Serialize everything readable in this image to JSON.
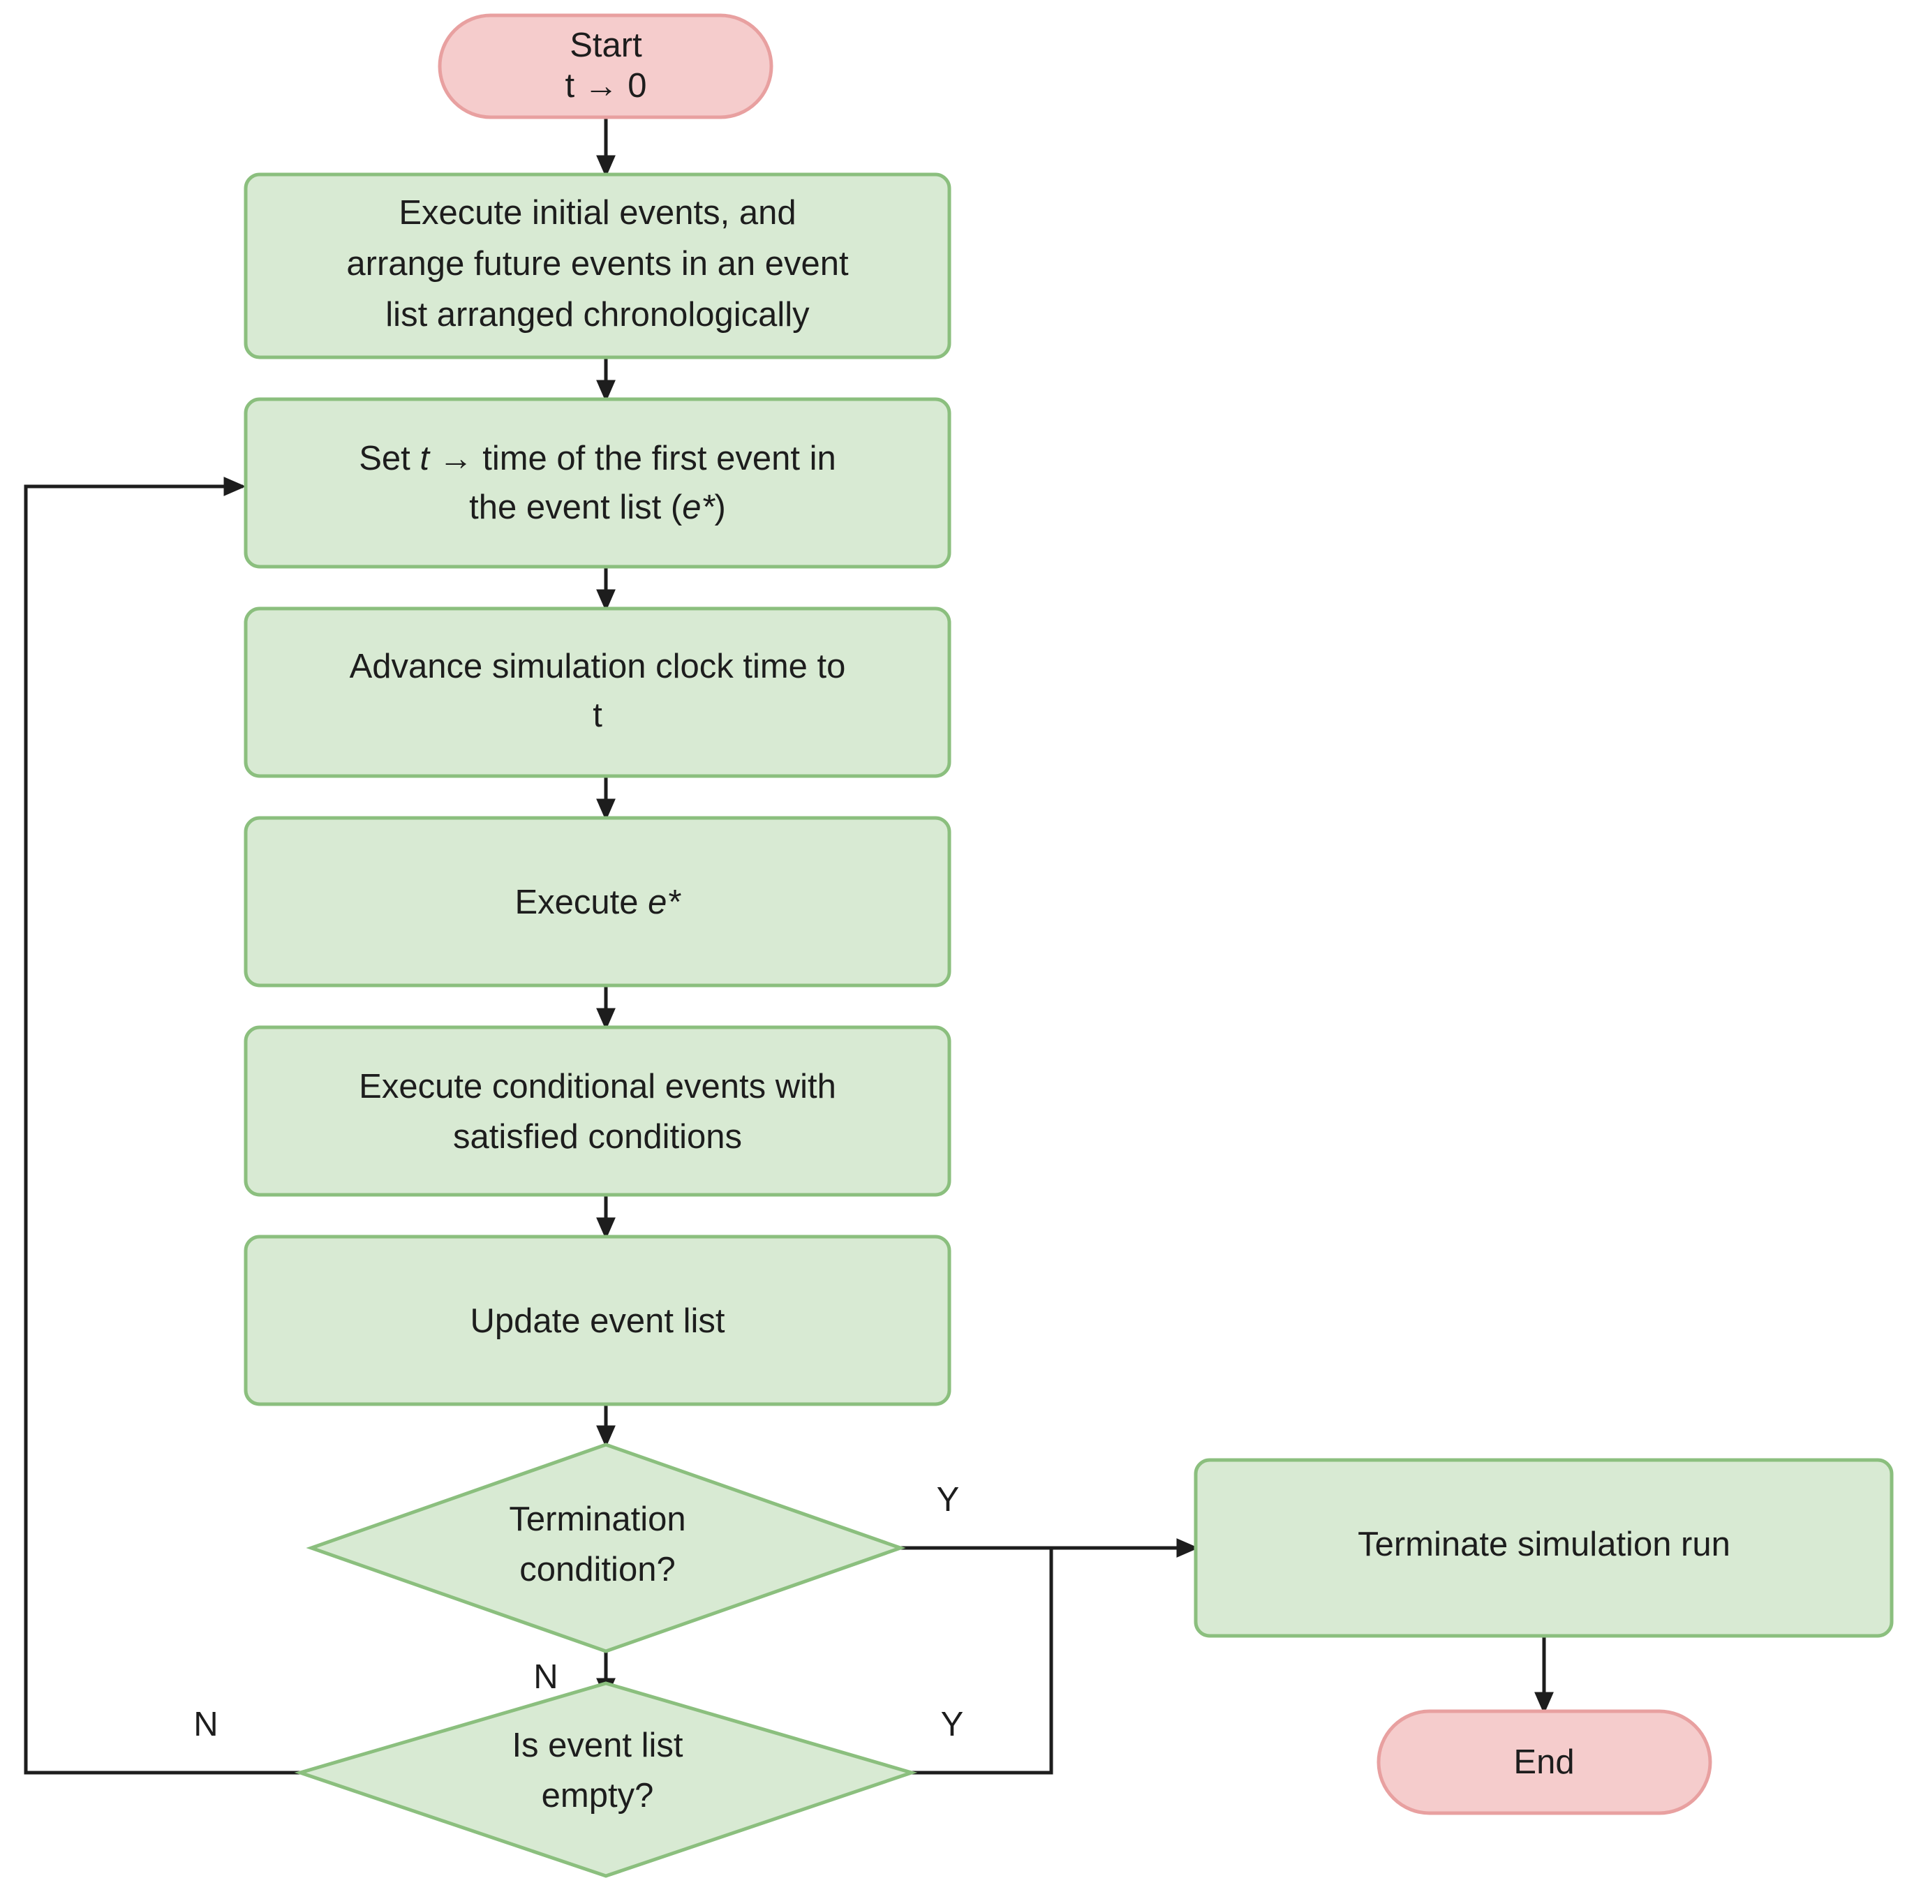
{
  "diagram": {
    "title": "Discrete-event simulation flowchart",
    "colors": {
      "terminator_fill": "#f5cccc",
      "terminator_stroke": "#e8a0a0",
      "process_fill": "#d8ead3",
      "process_stroke": "#8bbf7e",
      "edge": "#1d1d1d",
      "text": "#1d1d1d",
      "background": "#ffffff"
    },
    "nodes": [
      {
        "id": "start",
        "type": "terminator",
        "shape": "pill",
        "color": "pink",
        "lines": [
          {
            "text": "Start",
            "italic": false
          },
          {
            "text": "t → 0",
            "italic": true
          }
        ]
      },
      {
        "id": "init-events",
        "type": "process",
        "shape": "rounded-rect",
        "color": "green",
        "lines": [
          {
            "text": "Execute initial events, and",
            "italic": false
          },
          {
            "text": "arrange future events in an event",
            "italic": false
          },
          {
            "text": "list arranged chronologically",
            "italic": false
          }
        ]
      },
      {
        "id": "set-t",
        "type": "process",
        "shape": "rounded-rect",
        "color": "green",
        "lines": [
          {
            "text": "Set t → time of the first event in",
            "italic": false
          },
          {
            "text": "the event list (e*)",
            "italic": false
          }
        ],
        "rich": [
          [
            {
              "text": "Set ",
              "italic": false
            },
            {
              "text": "t",
              "italic": true
            },
            {
              "text": " → time of the first event in",
              "italic": false
            }
          ],
          [
            {
              "text": "the event list (",
              "italic": false
            },
            {
              "text": "e*",
              "italic": true
            },
            {
              "text": ")",
              "italic": false
            }
          ]
        ]
      },
      {
        "id": "advance-clock",
        "type": "process",
        "shape": "rounded-rect",
        "color": "green",
        "lines": [
          {
            "text": "Advance simulation clock time to",
            "italic": false
          },
          {
            "text": "t",
            "italic": true
          }
        ]
      },
      {
        "id": "execute-estar",
        "type": "process",
        "shape": "rounded-rect",
        "color": "green",
        "rich": [
          [
            {
              "text": "Execute ",
              "italic": false
            },
            {
              "text": "e*",
              "italic": true
            }
          ]
        ]
      },
      {
        "id": "conditional-events",
        "type": "process",
        "shape": "rounded-rect",
        "color": "green",
        "lines": [
          {
            "text": "Execute conditional events with",
            "italic": false
          },
          {
            "text": "satisfied conditions",
            "italic": false
          }
        ]
      },
      {
        "id": "update-list",
        "type": "process",
        "shape": "rounded-rect",
        "color": "green",
        "lines": [
          {
            "text": "Update event list",
            "italic": false
          }
        ]
      },
      {
        "id": "termination-condition",
        "type": "decision",
        "shape": "diamond",
        "color": "green",
        "lines": [
          {
            "text": "Termination",
            "italic": false
          },
          {
            "text": "condition?",
            "italic": false
          }
        ]
      },
      {
        "id": "event-list-empty",
        "type": "decision",
        "shape": "diamond",
        "color": "green",
        "lines": [
          {
            "text": "Is event list",
            "italic": false
          },
          {
            "text": "empty?",
            "italic": false
          }
        ]
      },
      {
        "id": "terminate-run",
        "type": "process",
        "shape": "rounded-rect",
        "color": "green",
        "lines": [
          {
            "text": "Terminate simulation run",
            "italic": false
          }
        ]
      },
      {
        "id": "end",
        "type": "terminator",
        "shape": "pill",
        "color": "pink",
        "lines": [
          {
            "text": "End",
            "italic": false
          }
        ]
      }
    ],
    "edges": [
      {
        "from": "start",
        "to": "init-events",
        "label": ""
      },
      {
        "from": "init-events",
        "to": "set-t",
        "label": ""
      },
      {
        "from": "set-t",
        "to": "advance-clock",
        "label": ""
      },
      {
        "from": "advance-clock",
        "to": "execute-estar",
        "label": ""
      },
      {
        "from": "execute-estar",
        "to": "conditional-events",
        "label": ""
      },
      {
        "from": "conditional-events",
        "to": "update-list",
        "label": ""
      },
      {
        "from": "update-list",
        "to": "termination-condition",
        "label": ""
      },
      {
        "from": "termination-condition",
        "to": "terminate-run",
        "label": "Y"
      },
      {
        "from": "termination-condition",
        "to": "event-list-empty",
        "label": "N"
      },
      {
        "from": "event-list-empty",
        "to": "terminate-run",
        "label": "Y"
      },
      {
        "from": "event-list-empty",
        "to": "set-t",
        "label": "N"
      },
      {
        "from": "terminate-run",
        "to": "end",
        "label": ""
      }
    ],
    "edge_labels": {
      "termination_yes": "Y",
      "termination_no": "N",
      "empty_yes": "Y",
      "empty_no": "N"
    }
  }
}
